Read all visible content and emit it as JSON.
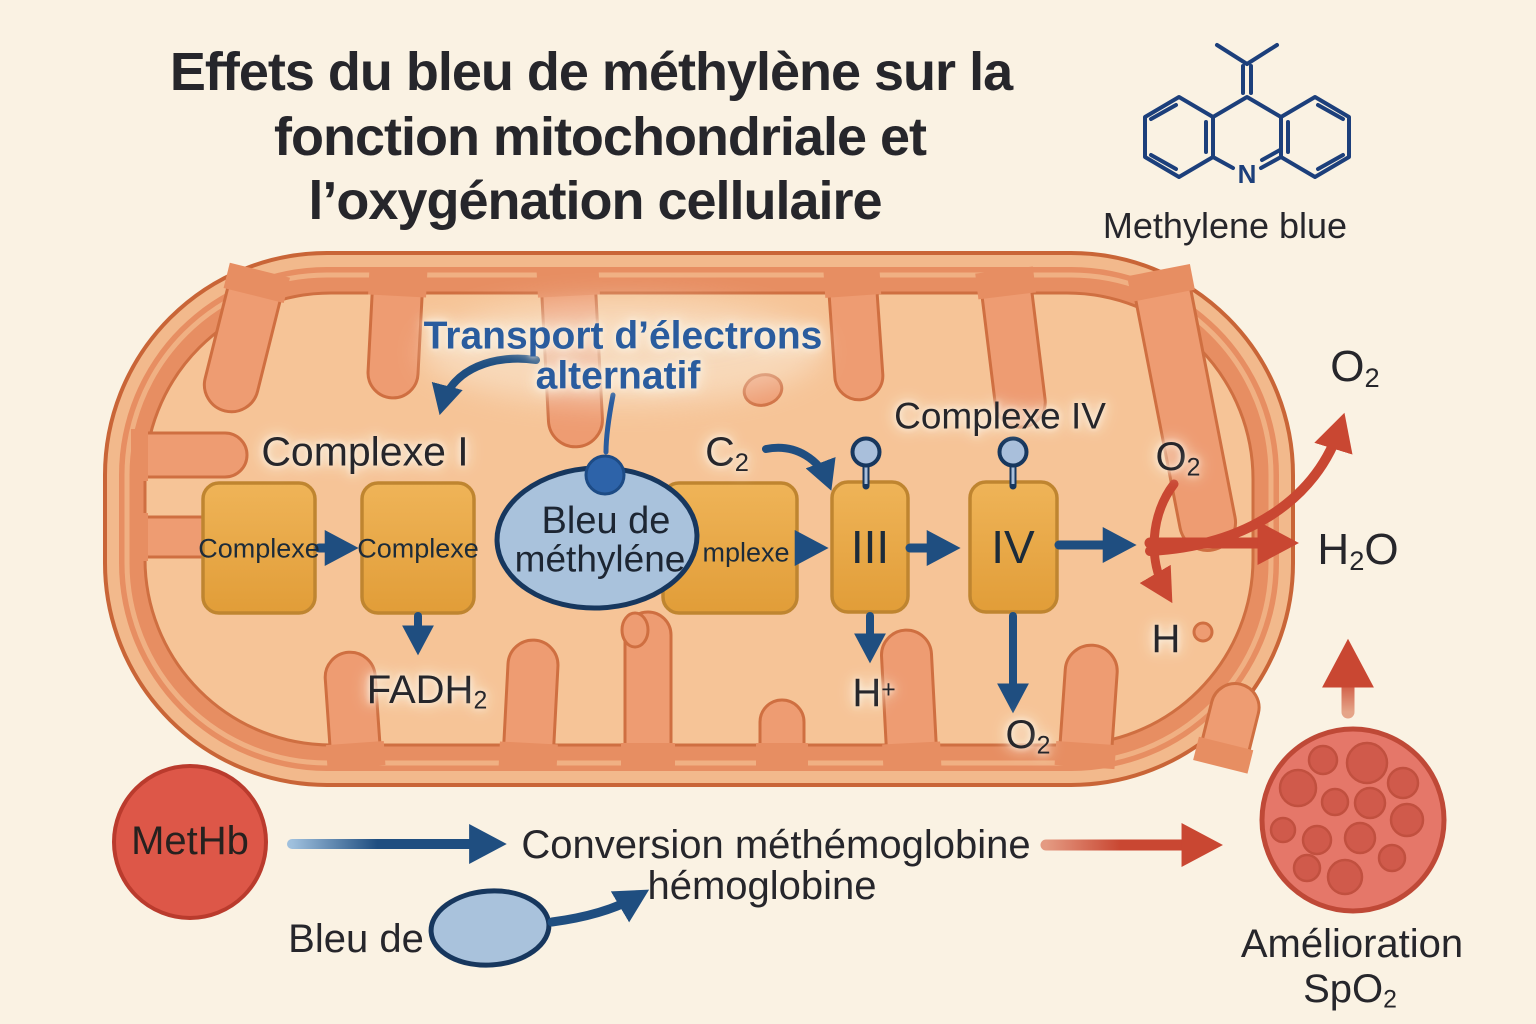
{
  "colors": {
    "cream": "#faf2e3",
    "ink": "#26262b",
    "blue": "#1f4e80",
    "textblue": "#2a5c9e",
    "navy": "#17375e",
    "lightblue": "#a9bfdb",
    "blobfill": "#a9c2dc",
    "dotblue": "#2d63a9",
    "red": "#c94732",
    "rbc": "#e57769",
    "rbcstroke": "#bf4937",
    "rbcdot": "#d05a4b",
    "methb": "#dd5748",
    "methbstroke": "#ba3b2d",
    "boxstroke": "#bf8530",
    "boxfill": "#e9a946",
    "outerstroke": "#c96537",
    "outerband": "#f2b98c",
    "band": "#e78e62",
    "matrix": "#f6c497",
    "crista": "#ee9c72",
    "cristastroke": "#cf6f41",
    "molecule": "#1c3f7b"
  },
  "title": {
    "line1": "Effets du bleu de méthylène sur la",
    "line2": "fonction mitochondriale et",
    "line3": "l’oxygénation cellulaire"
  },
  "molecule": {
    "label": "Methylene blue",
    "atom": "N"
  },
  "mitochondrion": {
    "transport_line1": "Transport d’électrons",
    "transport_line2": "alternatif",
    "complex1_label": "Complexe I",
    "complex4_label": "Complexe IV",
    "c2": {
      "base": "C",
      "sub": "2"
    },
    "boxes": [
      {
        "label": "Complexe"
      },
      {
        "label": "Complexe"
      },
      {
        "label": "mplexe"
      },
      {
        "label": "III"
      },
      {
        "label": "IV"
      }
    ],
    "blob": {
      "line1": "Bleu de",
      "line2": "méthyléne"
    },
    "fadh2": {
      "base": "FADH",
      "sub": "2"
    },
    "h_plus": {
      "base": "H",
      "sup": "+"
    },
    "o2_below_iv": {
      "base": "O",
      "sub": "2"
    },
    "o2_inner": {
      "base": "O",
      "sub": "2"
    },
    "h2o": {
      "base1": "H",
      "sub": "2",
      "base2": "O"
    },
    "h_label": "H",
    "o2_released": {
      "base": "O",
      "sub": "2"
    }
  },
  "bottom": {
    "methb": "MetHb",
    "conversion_line1": "Conversion méthémoglobine",
    "conversion_line2": "hémoglobine",
    "bleu_de": "Bleu de",
    "amelioration": "Amélioration",
    "spo2": {
      "base": "SpO",
      "sub": "2"
    }
  }
}
